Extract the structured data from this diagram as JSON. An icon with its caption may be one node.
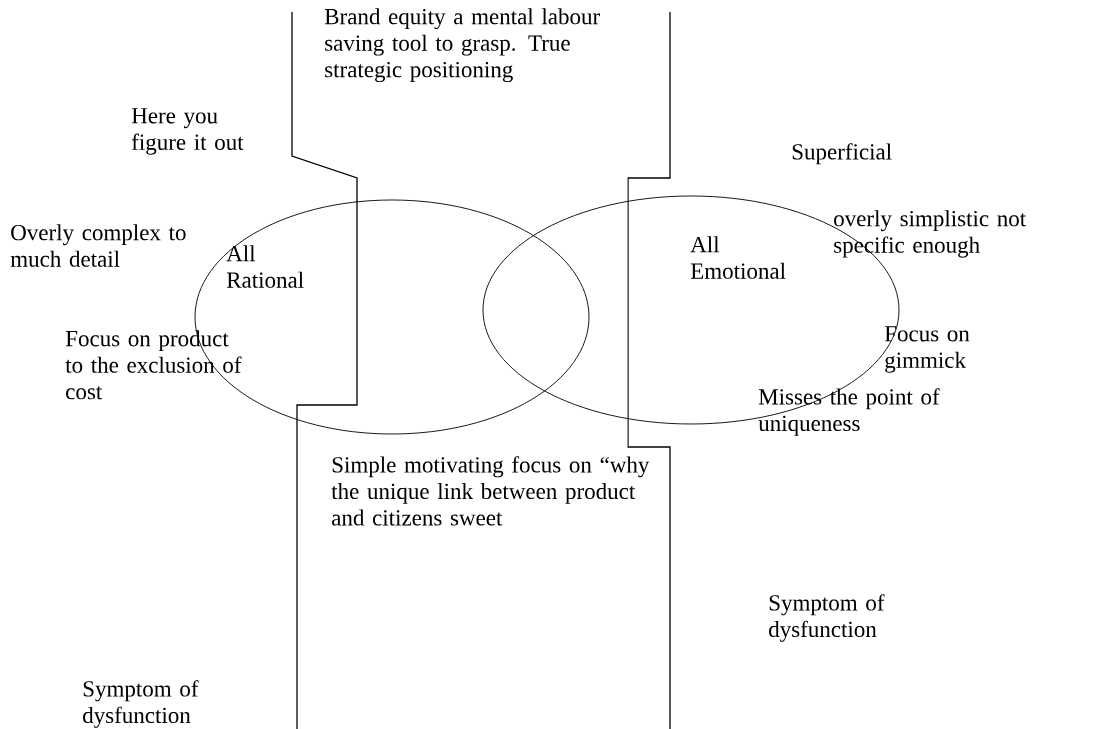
{
  "diagram": {
    "nodes": [
      {
        "text": [
          "All Rational"
        ]
      },
      {
        "text": [
          "All Emotional"
        ]
      }
    ],
    "labels": [
      "Brand equity a mental labour saving tool to grasp. True strategic positioning",
      "Here you figure it out",
      "Superficial",
      "Overly complex to much detail",
      "overly simplistic not specific enough",
      "Focus on product to the exclusion of cost",
      "Focus on gimmick",
      "Misses the point of uniqueness",
      "Simple motivating focus on “why the unique link between product and citizens sweet",
      "Symptom of dysfunction",
      "Symptom of dysfunction"
    ]
  }
}
